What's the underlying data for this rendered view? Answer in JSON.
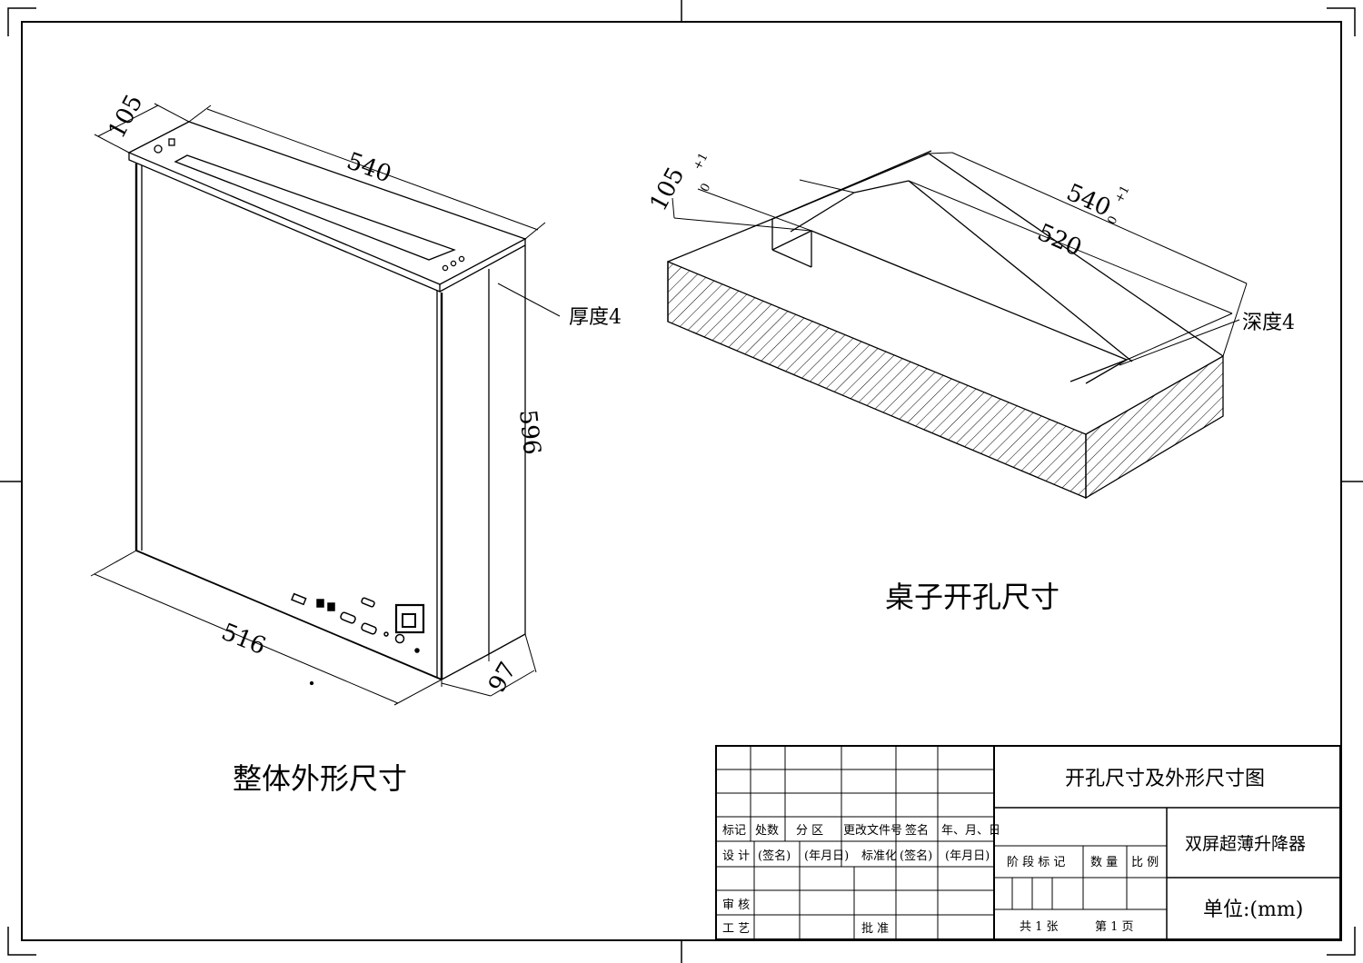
{
  "left_view": {
    "caption": "整体外形尺寸",
    "dims": {
      "depth": "105",
      "width": "540",
      "height": "596",
      "bottom_width": "516",
      "bottom_depth": "97"
    },
    "note": "厚度4"
  },
  "right_view": {
    "caption": "桌子开孔尺寸",
    "dims": {
      "depth": "105",
      "depth_tol_upper": "+1",
      "depth_tol_lower": "0",
      "width": "540",
      "width_tol_upper": "+1",
      "width_tol_lower": "0",
      "inner_width": "520"
    },
    "note": "深度4"
  },
  "title_block": {
    "drawing_title": "开孔尺寸及外形尺寸图",
    "product_name": "双屏超薄升降器",
    "unit": "单位:(mm)",
    "header_cols": [
      "标记",
      "处数",
      "分 区",
      "更改文件号",
      "签名",
      "年、月、日"
    ],
    "row_design": [
      "设 计",
      "(签名)",
      "(年月日)",
      "标准化",
      "(签名)",
      "(年月日)"
    ],
    "row_review": "审 核",
    "row_process": "工 艺",
    "approve": "批 准",
    "stage_cols": [
      "阶 段 标 记",
      "数 量",
      "比 例"
    ],
    "sheets": "共 1 张",
    "page": "第 1 页"
  }
}
